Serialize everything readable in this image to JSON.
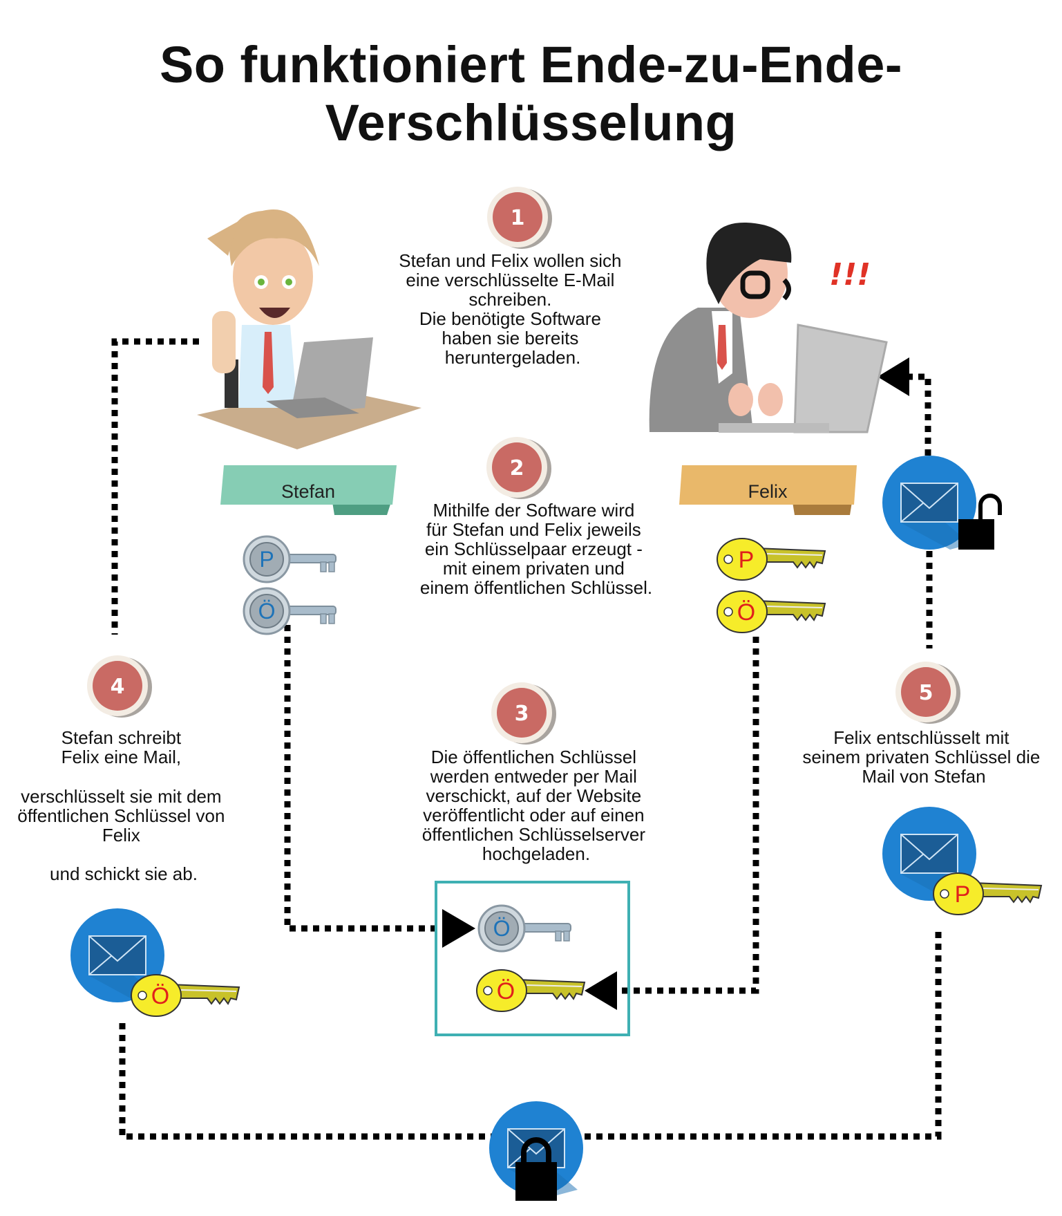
{
  "title": {
    "line1": "So funktioniert Ende-zu-Ende-",
    "line2": "Verschlüsselung"
  },
  "steps": [
    {
      "number": "1",
      "lines": [
        "Stefan und Felix wollen sich",
        "eine verschlüsselte E-Mail",
        "schreiben.",
        "Die benötigte Software",
        "haben sie bereits",
        "heruntergeladen."
      ]
    },
    {
      "number": "2",
      "lines": [
        "Mithilfe der Software wird",
        "für Stefan und Felix jeweils",
        "ein Schlüsselpaar erzeugt -",
        "mit einem privaten und",
        "einem öffentlichen Schlüssel."
      ]
    },
    {
      "number": "3",
      "lines": [
        "Die öffentlichen Schlüssel",
        "werden entweder per Mail",
        "verschickt, auf der Website",
        "veröffentlicht oder auf einen",
        "öffentlichen Schlüsselserver",
        "hochgeladen."
      ]
    },
    {
      "number": "4",
      "lines": [
        "Stefan schreibt",
        "Felix eine Mail,",
        "verschlüsselt sie mit dem",
        "öffentlichen Schlüssel von",
        "Felix",
        "und schickt sie ab."
      ]
    },
    {
      "number": "5",
      "lines": [
        "Felix entschlüsselt mit",
        "seinem privaten Schlüssel die",
        "Mail von Stefan"
      ]
    }
  ],
  "people": {
    "stefan": "Stefan",
    "felix": "Felix"
  },
  "exclaim": "!!!",
  "keys": {
    "private": "P",
    "public": "Ö"
  },
  "colors": {
    "step_circle": "#c96a64",
    "stefan_banner": "#86cdb4",
    "felix_banner": "#e9b86a",
    "envelope_blue": "#1f82d2",
    "box_border": "#3fb0b3"
  }
}
